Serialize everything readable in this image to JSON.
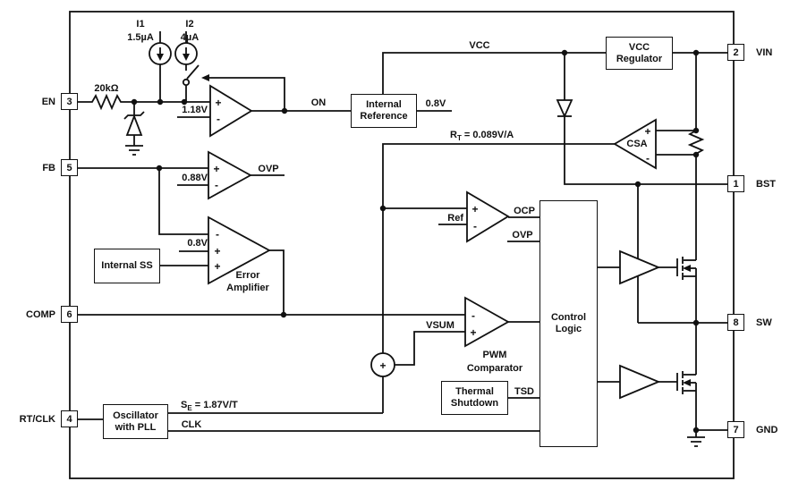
{
  "pins": [
    {
      "num": "3",
      "label": "EN"
    },
    {
      "num": "5",
      "label": "FB"
    },
    {
      "num": "6",
      "label": "COMP"
    },
    {
      "num": "4",
      "label": "RT/CLK"
    },
    {
      "num": "2",
      "label": "VIN"
    },
    {
      "num": "1",
      "label": "BST"
    },
    {
      "num": "8",
      "label": "SW"
    },
    {
      "num": "7",
      "label": "GND"
    }
  ],
  "blocks": {
    "internal_reference": {
      "line1": "Internal",
      "line2": "Reference"
    },
    "vcc_regulator": {
      "line1": "VCC",
      "line2": "Regulator"
    },
    "internal_ss": {
      "line1": "Internal SS"
    },
    "oscillator": {
      "line1": "Oscillator",
      "line2": "with PLL"
    },
    "thermal_shutdown": {
      "line1": "Thermal",
      "line2": "Shutdown"
    },
    "control_logic": {
      "line1": "Control",
      "line2": "Logic"
    }
  },
  "labels": {
    "i1_name": "I1",
    "i1_value": "1.5µA",
    "i2_name": "I2",
    "i2_value": "4µA",
    "en_resistor": "20kΩ",
    "en_threshold": "1.18V",
    "on_signal": "ON",
    "vcc_rail": "VCC",
    "ref_output": "0.8V",
    "csa_gain": {
      "base": "R",
      "sub": "T",
      "rest": " = 0.089V/A"
    },
    "csa_name": "CSA",
    "fb_ovp_out": "OVP",
    "fb_threshold": "0.88V",
    "ea_threshold": "0.8V",
    "ea_name_line1": "Error",
    "ea_name_line2": "Amplifier",
    "ocp_ref": "Ref",
    "ocp_signal": "OCP",
    "ovp_signal": "OVP",
    "vsum_signal": "VSUM",
    "pwm_line1": "PWM",
    "pwm_line2": "Comparator",
    "tsd_signal": "TSD",
    "slope": {
      "base": "S",
      "sub": "E",
      "rest": " = 1.87V/T"
    },
    "clk_signal": "CLK"
  },
  "signs": {
    "plus": "+",
    "minus": "-",
    "sum": "+"
  }
}
